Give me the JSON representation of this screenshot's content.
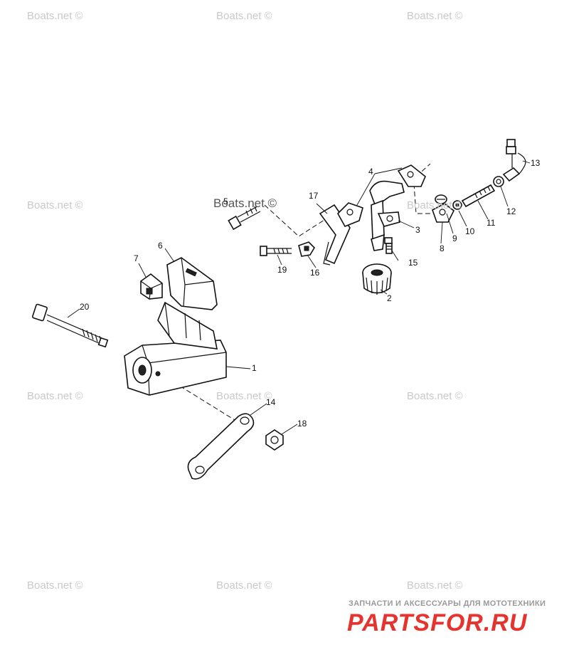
{
  "watermarks": [
    "Boats.net ©",
    "Boats.net ©",
    "Boats.net ©",
    "Boats.net ©",
    "Boats.net ©",
    "Boats.net ©",
    "Boats.net ©",
    "Boats.net ©",
    "Boats.net ©",
    "Boats.net ©",
    "Boats.net ©",
    "Boats.net ©"
  ],
  "callouts": [
    "1",
    "2",
    "3",
    "4",
    "5",
    "6",
    "7",
    "8",
    "9",
    "10",
    "11",
    "12",
    "13",
    "14",
    "15",
    "16",
    "17",
    "18",
    "19",
    "20"
  ],
  "brand": {
    "subtitle": "ЗАПЧАСТИ И АКСЕССУАРЫ ДЛЯ МОТОТЕХНИКИ",
    "name": "PARTSFOR.RU",
    "color": "#e5342f"
  }
}
